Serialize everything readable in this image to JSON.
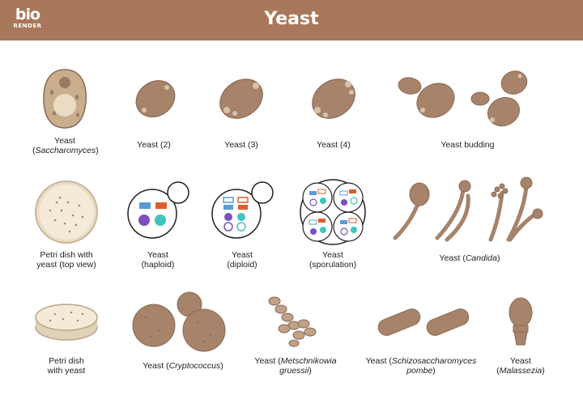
{
  "header": {
    "logo_top": "bio",
    "logo_bottom": "RENDER",
    "title": "Yeast"
  },
  "colors": {
    "header_bg": "#a9785a",
    "cell_brown": "#a7836a",
    "cell_shadow": "#8a6a55",
    "cell_light": "#d8c3a8",
    "dish_agar": "#f4ead7",
    "blue": "#5b9bd5",
    "orange": "#d9602b",
    "purple": "#7b4fc4",
    "teal": "#3cc6c0"
  },
  "items": {
    "saccharomyces": {
      "line1": "Yeast",
      "pre": "(",
      "italic": "Saccharomyces",
      "post": ")"
    },
    "yeast2": {
      "label": "Yeast (2)"
    },
    "yeast3": {
      "label": "Yeast (3)"
    },
    "yeast4": {
      "label": "Yeast (4)"
    },
    "budding": {
      "label": "Yeast budding"
    },
    "petri_top": {
      "line1": "Petri dish with",
      "line2": "yeast (top view)"
    },
    "haploid": {
      "line1": "Yeast",
      "line2": "(haploid)"
    },
    "diploid": {
      "line1": "Yeast",
      "line2": "(diploid)"
    },
    "sporulation": {
      "line1": "Yeast",
      "line2": "(sporulation)"
    },
    "candida": {
      "pre": "Yeast (",
      "italic": "Candida",
      "post": ")"
    },
    "petri_side": {
      "line1": "Petri dish",
      "line2": "with yeast"
    },
    "cryptococcus": {
      "pre": "Yeast (",
      "italic": "Cryptococcus",
      "post": ")"
    },
    "metschnikowia": {
      "pre": "Yeast (",
      "italic1": "Metschnikowia",
      "italic2": "gruessii",
      "post": ")"
    },
    "schizo": {
      "pre": "Yeast (",
      "italic1": "Schizosaccharomyces",
      "italic2": "pombe",
      "post": ")"
    },
    "malassezia": {
      "line1": "Yeast",
      "pre": "(",
      "italic": "Malassezia",
      "post": ")"
    }
  }
}
